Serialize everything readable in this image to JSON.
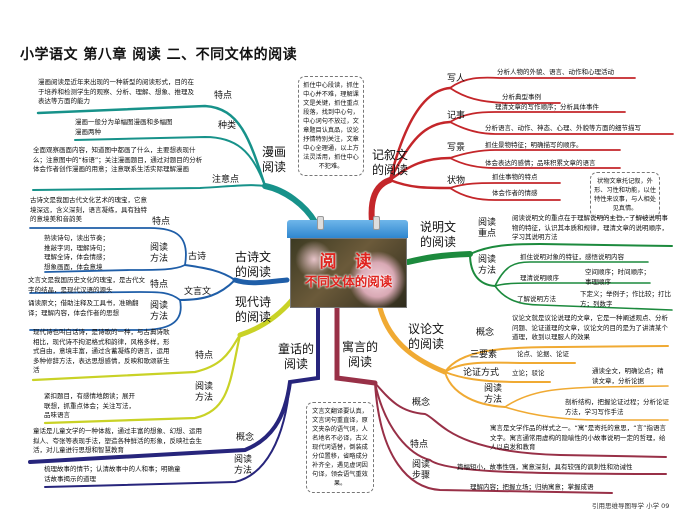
{
  "title": "小学语文  第八章  阅读  二、不同文体的阅读",
  "center": {
    "line1": "阅 读",
    "line2": "不同文体的阅读"
  },
  "colors": {
    "manhua": "#17928a",
    "jixu": "#c4262a",
    "gushi": "#1f5ea8",
    "xiandai": "#c9d226",
    "tonghua": "#27257c",
    "yuyan": "#983047",
    "yilun": "#f0aa33",
    "shuoming": "#1c8a3d"
  },
  "manhua": {
    "label": "漫画\n阅读",
    "tedian": {
      "label": "特点",
      "text": "漫画阅读是近年来出现的一种新型的阅读形式，目的在于培养和检测学生的观察、分析、理解、想象、推理及表达等方面的能力"
    },
    "zhonglei": {
      "label": "种类",
      "text": "漫画一般分为单幅图漫画和多幅图漫画两种"
    },
    "zhuyi": {
      "label": "注意点",
      "text": "全面观察画面内容，知道图中都画了什么，主要想表现什么；注意图中的“标语”；关注漫画题目，通过对题目的分析体会作者创作漫画的用意；注意联系生活实际理解漫画"
    }
  },
  "note_center": "抓住中心段读，抓住中心并不难，理解课文是关键，抓住重点段落，找到中心句，中心词句不放过，文章题目认真品，议论抒情特别关注，文章中心全理通，以上方法灵活用，抓住中心不犯难。",
  "jixu": {
    "label": "记叙文\n的阅读",
    "xieren": {
      "label": "写人",
      "items": [
        "分析人物的外貌、语言、动作和心理活动",
        "分析典型事例"
      ]
    },
    "jishi": {
      "label": "记事",
      "items": [
        "理清文章的写作顺序；分析具体事件",
        "分析语言、动作、神态、心理、外貌等方面的细节描写"
      ]
    },
    "xiejing": {
      "label": "写景",
      "items": [
        "抓住景物特征；明确描写的顺序。",
        "体会表达的感情；品味积累文章的语言"
      ]
    },
    "zhuangwu": {
      "label": "状物",
      "items": [
        "抓住事物的特点",
        "体会作者的情感"
      ]
    },
    "note": "状物文章托记叙，外形、习性和功能，以住特性来议事，与人相处见真情。"
  },
  "shuoming": {
    "label": "说明文\n的阅读",
    "zhongdian": {
      "label": "阅读\n重点",
      "text": "阅读说明文的重点在于理解说明的主旨，了解被说明事物的特征，认识其本质和规律，理清文章的说明顺序，学习其说明方法"
    },
    "fangfa": {
      "label": "阅读\n方法",
      "item1": "抓住说明对象的特征，感悟说明内容",
      "item2": "理清说明顺序",
      "item2_detail": "空间顺序；时间顺序；事理顺序",
      "item3": "了解说明方法",
      "item3_detail": "下定义；举例子；作比较；打比方；列数字"
    }
  },
  "yilun": {
    "label": "议论文\n的阅读",
    "gainian": {
      "label": "概念",
      "text": "议论文就是议论说理的文章，它是一种阐述观点、分析问题、论证道理的文章，议论文的目的是为了讲清某个道理，收到以理服人的效果"
    },
    "sanyaosu": {
      "label": "三要素",
      "text": "论点、论据、论证"
    },
    "lunzheng": {
      "label": "论证方式",
      "text": "立论；驳论"
    },
    "fangfa": {
      "label": "阅读\n方法",
      "item1": "通读全文，明确论点；精读文章，分析论据",
      "item2": "剖析结构，把握论证过程；分析论证方法，学习写作手法"
    }
  },
  "yuyan": {
    "label": "寓言的\n阅读",
    "gainian": {
      "label": "概念",
      "text": "寓言是文学作品的样式之一。“寓”是寄托的意思，“言”指语言文字。寓言通常用虚构的隐喻性的小故事说明一定的哲理，给人以启发和教育"
    },
    "tedian": {
      "label": "特点",
      "text": "篇幅短小，故事性强，寓意深刻，具有较强的讽刺性和劝诫性"
    },
    "buzhou": {
      "label": "阅读\n步骤",
      "text": "理解内容；把握立场；归纳寓意；掌握成语"
    }
  },
  "note_wenyan": "文言文翻译要认真，文言词句重直译，原文夹杂的语气词，人名地名不必译，古义现代词语替，倒装成分位置移，省略成分补齐全，遇见虚词因句译，领会语气重效果。",
  "tonghua": {
    "label": "童话的\n阅读",
    "gainian": {
      "label": "概念",
      "text": "童话是儿童文学的一种体裁，通过丰富的想象、幻想、运用拟人、夸张等表现手法，塑造各种鲜活的形象，反映社会生活，对儿童进行思想和智慧教育"
    },
    "fangfa": {
      "label": "阅读\n方法",
      "text": "梳理故事的情节；认清故事中的人和事；明确童话故事揭示的道理"
    }
  },
  "xiandai": {
    "label": "现代诗\n的阅读",
    "tedian": {
      "label": "特点",
      "text": "现代诗也叫白话诗，是诗歌的一种，与古典诗歌相比，现代诗不拘泥格式和韵律，风格多样，形式自由，意境丰富，通过含蓄凝练的语言，运用多种修辞方法，表达思想感情，反映和歌颂新生活"
    },
    "fangfa": {
      "label": "阅读\n方法",
      "text": "紧扣题目，有感情地朗读；展开联想，抓重点体会；关注写法，品味语言"
    }
  },
  "gushi": {
    "label": "古诗文\n的阅读",
    "gushi": {
      "label": "古诗",
      "tedian_label": "特点",
      "tedian": "古诗文是我国古代文化艺术的瑰宝，它意境深远，含义深刻，语言凝练，具有独特的意境美和音韵美",
      "fangfa_label": "阅读\n方法",
      "fangfa": "熟读诗句，读出节奏；推敲字词，理解诗句；理解全诗，体会情感；想象画面，体会意境"
    },
    "wenyan": {
      "label": "文言文",
      "tedian_label": "特点",
      "tedian": "文言文是我国历史文化的瑰宝，是古代文字的结晶，是现代汉语的源头",
      "fangfa_label": "阅读\n方法",
      "fangfa": "诵读原文；借助注释及工具书，准确翻译；理解内容，体会作者的思想"
    }
  },
  "footer": "引用思维导图导学  小学  09"
}
